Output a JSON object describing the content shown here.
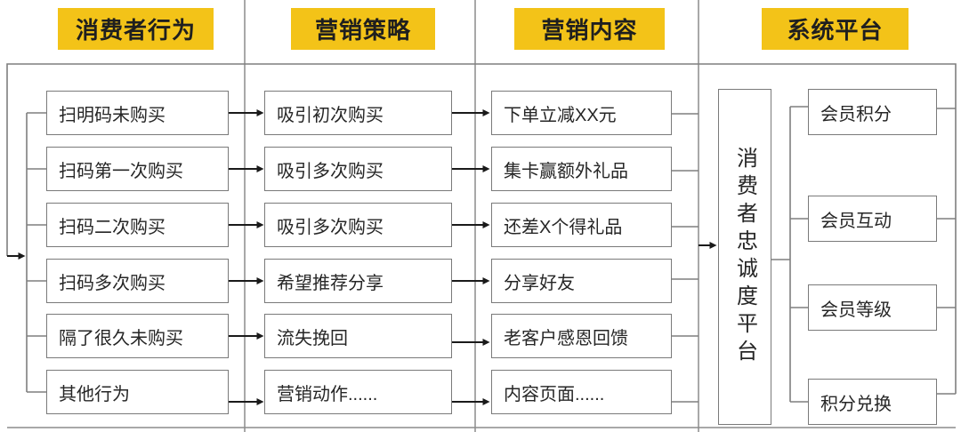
{
  "colors": {
    "accent_yellow": "#f3c318",
    "box_border": "#7a7a7a",
    "connector_dark": "#1a1a1a",
    "lane_line_gray": "#8c8c8c",
    "text": "#262626"
  },
  "lanes": {
    "behavior": {
      "header": "消费者行为",
      "rows": [
        "扫明码未购买",
        "扫码第一次购买",
        "扫码二次购买",
        "扫码多次购买",
        "隔了很久未购买",
        "其他行为"
      ]
    },
    "strategy": {
      "header": "营销策略",
      "rows": [
        "吸引初次购买",
        "吸引多次购买",
        "吸引多次购买",
        "希望推荐分享",
        "流失挽回",
        "营销动作......"
      ]
    },
    "content": {
      "header": "营销内容",
      "rows": [
        "下单立减XX元",
        "集卡赢额外礼品",
        "还差X个得礼品",
        "分享好友",
        "老客户感恩回馈",
        "内容页面......"
      ]
    },
    "platform": {
      "header": "系统平台",
      "hub": "消费者忠诚度平台",
      "rows": [
        "会员积分",
        "会员互动",
        "会员等级",
        "积分兑换"
      ]
    }
  }
}
